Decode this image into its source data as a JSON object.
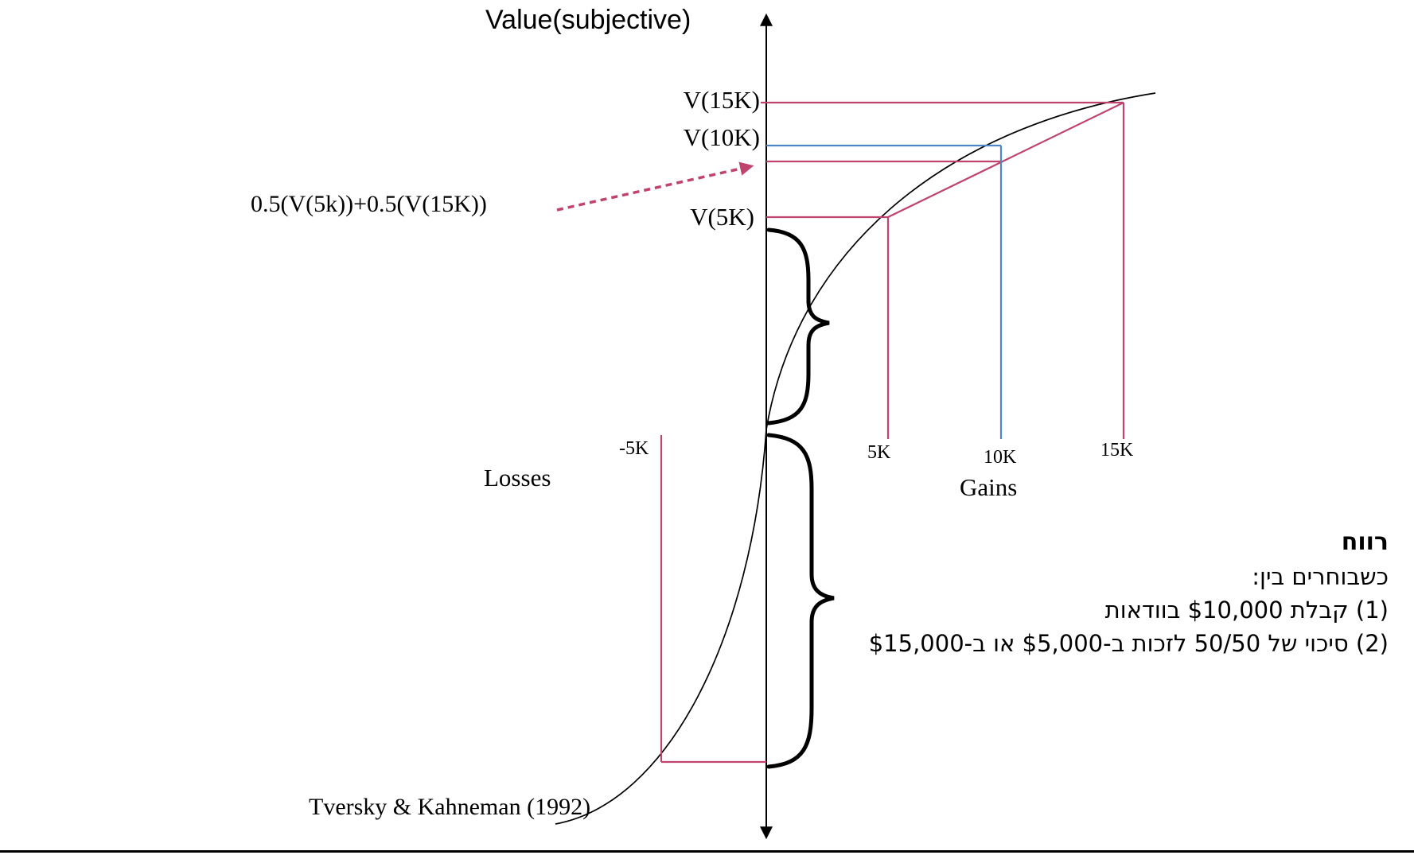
{
  "colors": {
    "pink": "#c0436d",
    "blue": "#4a86c8",
    "black": "#111111"
  },
  "diagram": {
    "title": "Value(subjective)",
    "labels": {
      "v15k": "V(15K)",
      "v10k": "V(10K)",
      "v5k": "V(5K)",
      "expected_value": "0.5(V(5k))+0.5(V(15K))",
      "losses": "Losses",
      "gains": "Gains",
      "attribution": "Tversky & Kahneman (1992)"
    },
    "ticks": {
      "neg5k": "-5K",
      "pos5k": "5K",
      "pos10k": "10K",
      "pos15k": "15K"
    }
  },
  "note": {
    "heading": "רווח",
    "intro": "כשבוחרים בין:",
    "option1": "(1) קבלת $10,000 בוודאות",
    "option2": "(2) סיכוי של 50/50 לזכות ב-$5,000 או ב-$15,000"
  },
  "chart_data": {
    "type": "line",
    "title": "Value(subjective)",
    "xlabel_positive": "Gains",
    "xlabel_negative": "Losses",
    "x_ticks": [
      "-5K",
      "5K",
      "10K",
      "15K"
    ],
    "curve_description": "S-shaped prospect-theory value function: concave for gains, convex and steeper for losses",
    "points": [
      {
        "x": -5000,
        "value": -101,
        "tick": "-5K"
      },
      {
        "x": 0,
        "value": 0
      },
      {
        "x": 5000,
        "value": 65,
        "label": "V(5K)"
      },
      {
        "x": 10000,
        "value": 87,
        "label": "V(10K)"
      },
      {
        "x": 15000,
        "value": 100,
        "label": "V(15K)"
      }
    ],
    "annotations": [
      {
        "label": "0.5(V(5k))+0.5(V(15K))",
        "value": 81,
        "note": "expected subjective value of the 50/50 gamble, below V(10K)"
      },
      {
        "label": "Tversky & Kahneman (1992)"
      }
    ],
    "units": "subjective value, arbitrary units (V(15K)=100)",
    "legend": "none",
    "grid": false
  }
}
